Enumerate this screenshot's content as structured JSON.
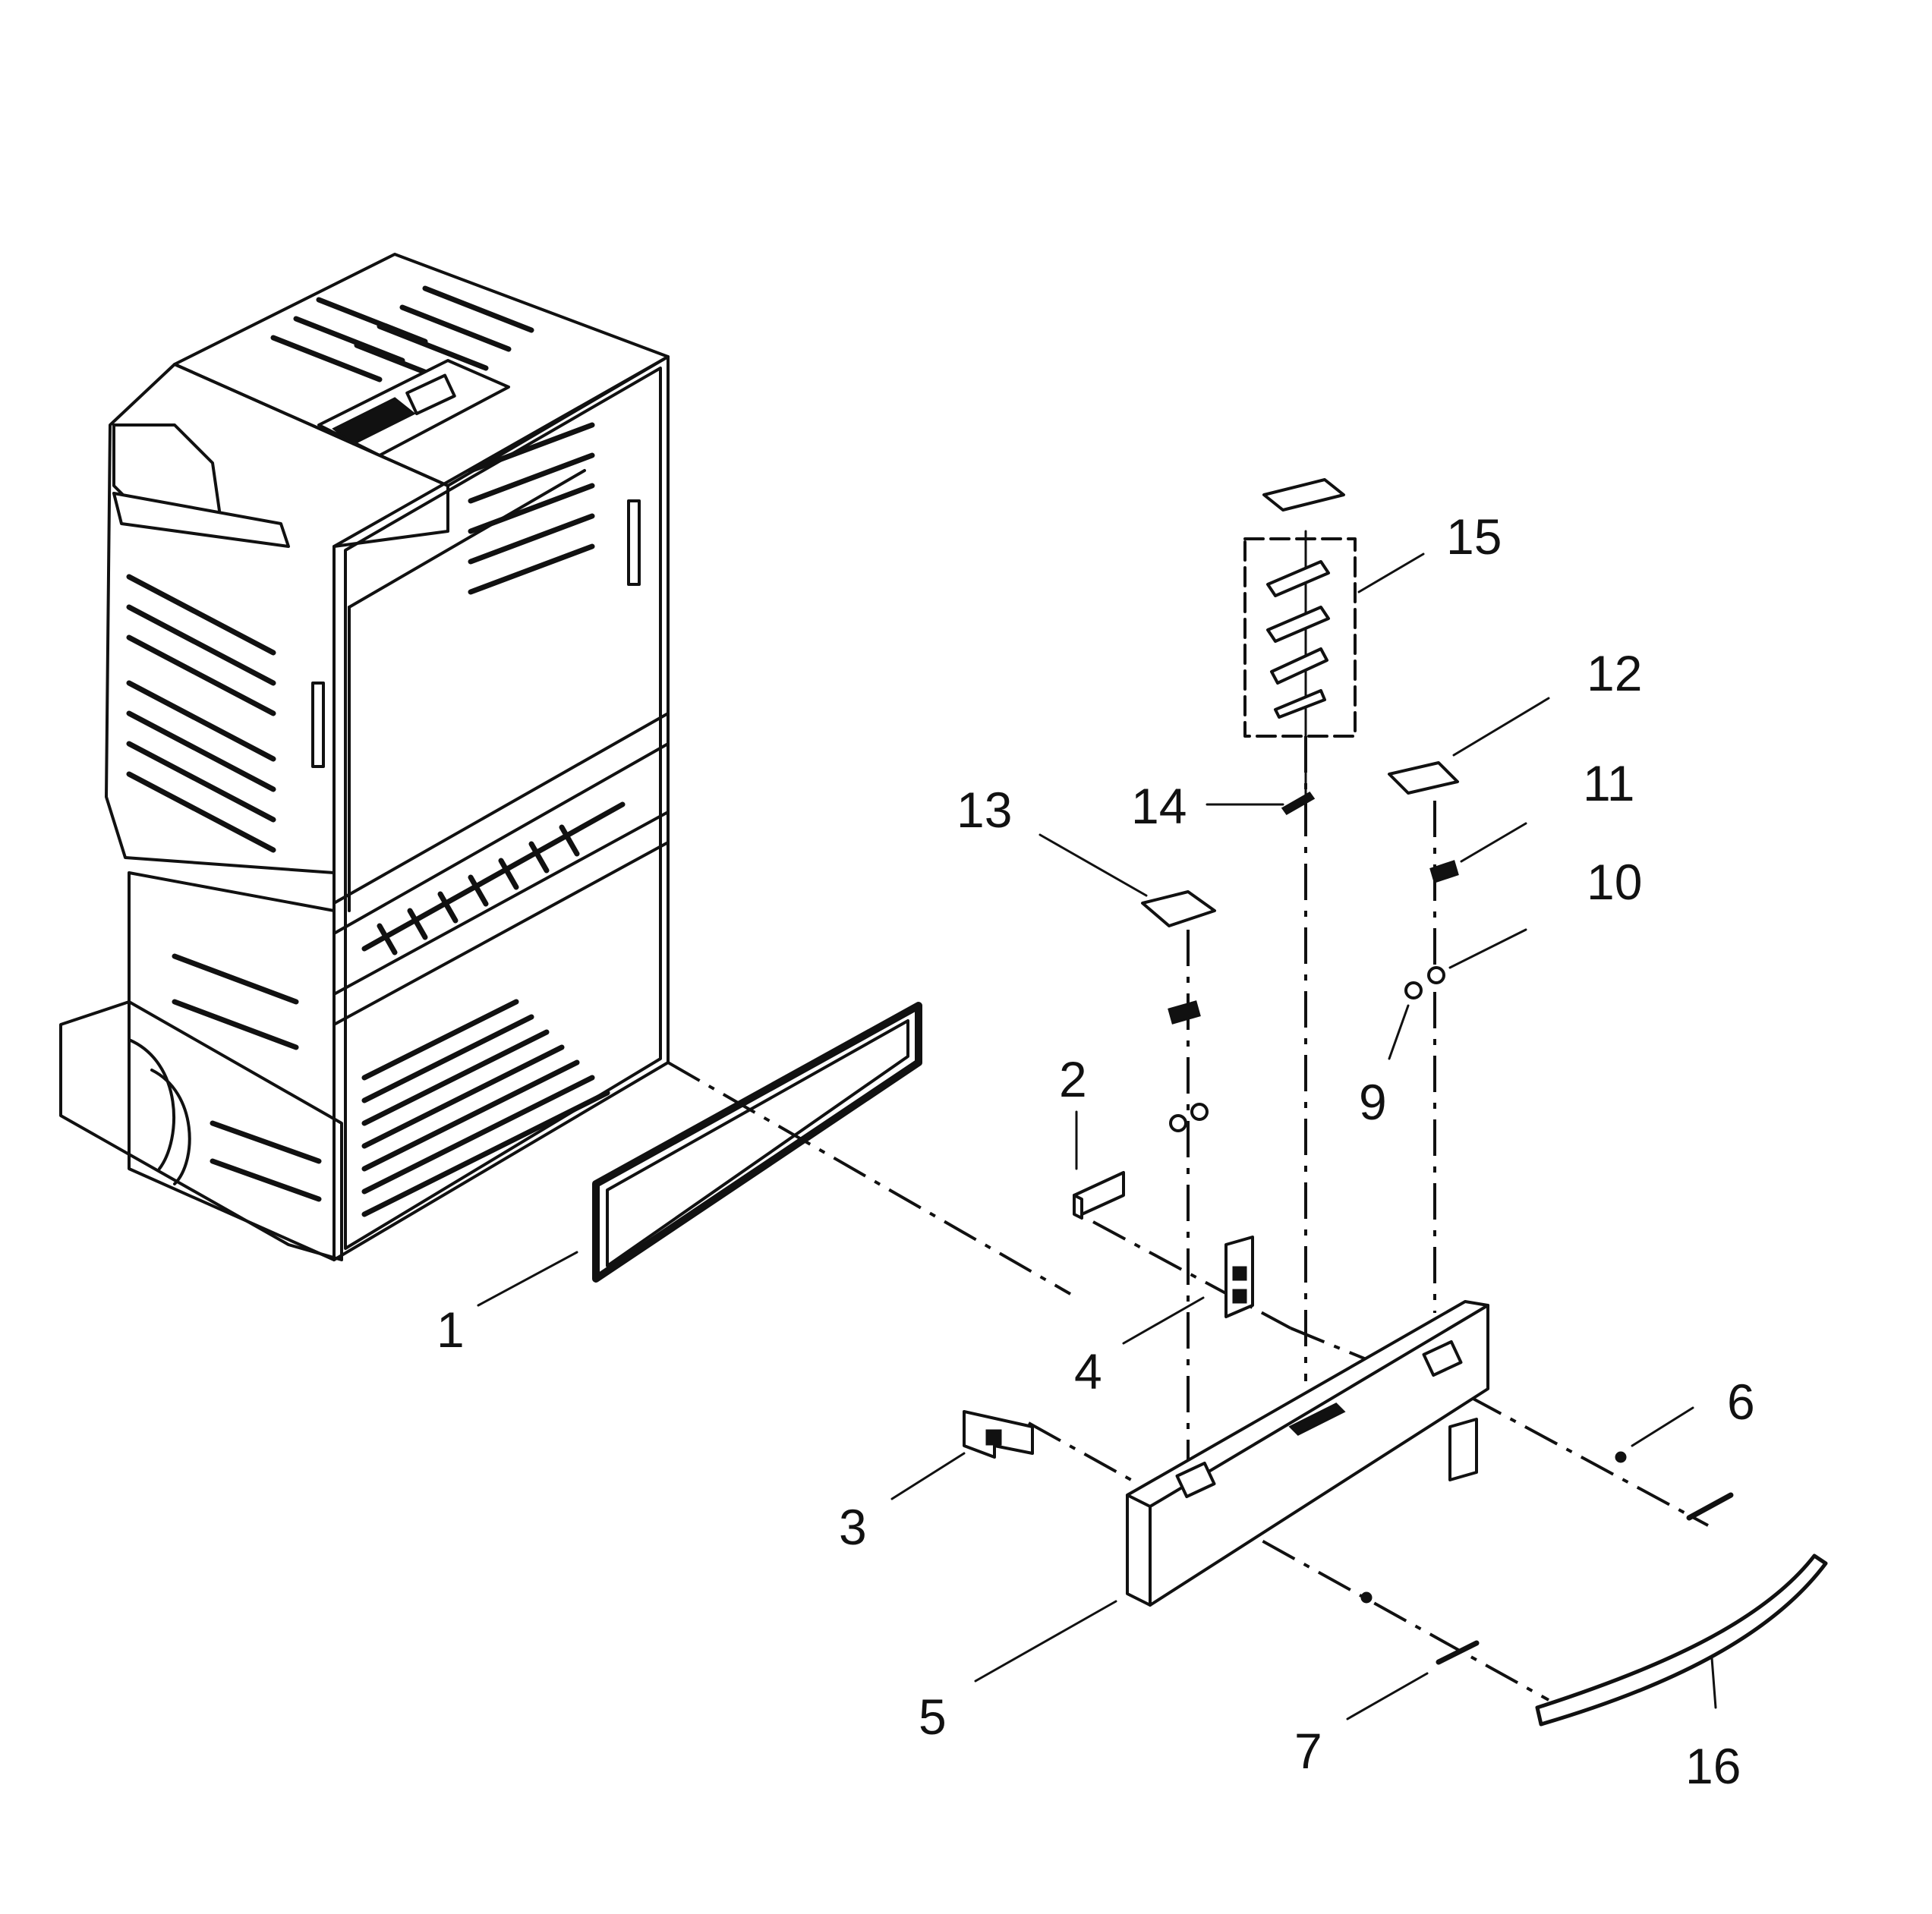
{
  "diagram": {
    "callouts": [
      {
        "id": "c1",
        "text": "1"
      },
      {
        "id": "c2",
        "text": "2"
      },
      {
        "id": "c3",
        "text": "3"
      },
      {
        "id": "c4",
        "text": "4"
      },
      {
        "id": "c5",
        "text": "5"
      },
      {
        "id": "c6",
        "text": "6"
      },
      {
        "id": "c7",
        "text": "7"
      },
      {
        "id": "c9",
        "text": "9"
      },
      {
        "id": "c10",
        "text": "10"
      },
      {
        "id": "c11",
        "text": "11"
      },
      {
        "id": "c12",
        "text": "12"
      },
      {
        "id": "c13",
        "text": "13"
      },
      {
        "id": "c14",
        "text": "14"
      },
      {
        "id": "c15",
        "text": "15"
      },
      {
        "id": "c16",
        "text": "16"
      }
    ]
  }
}
